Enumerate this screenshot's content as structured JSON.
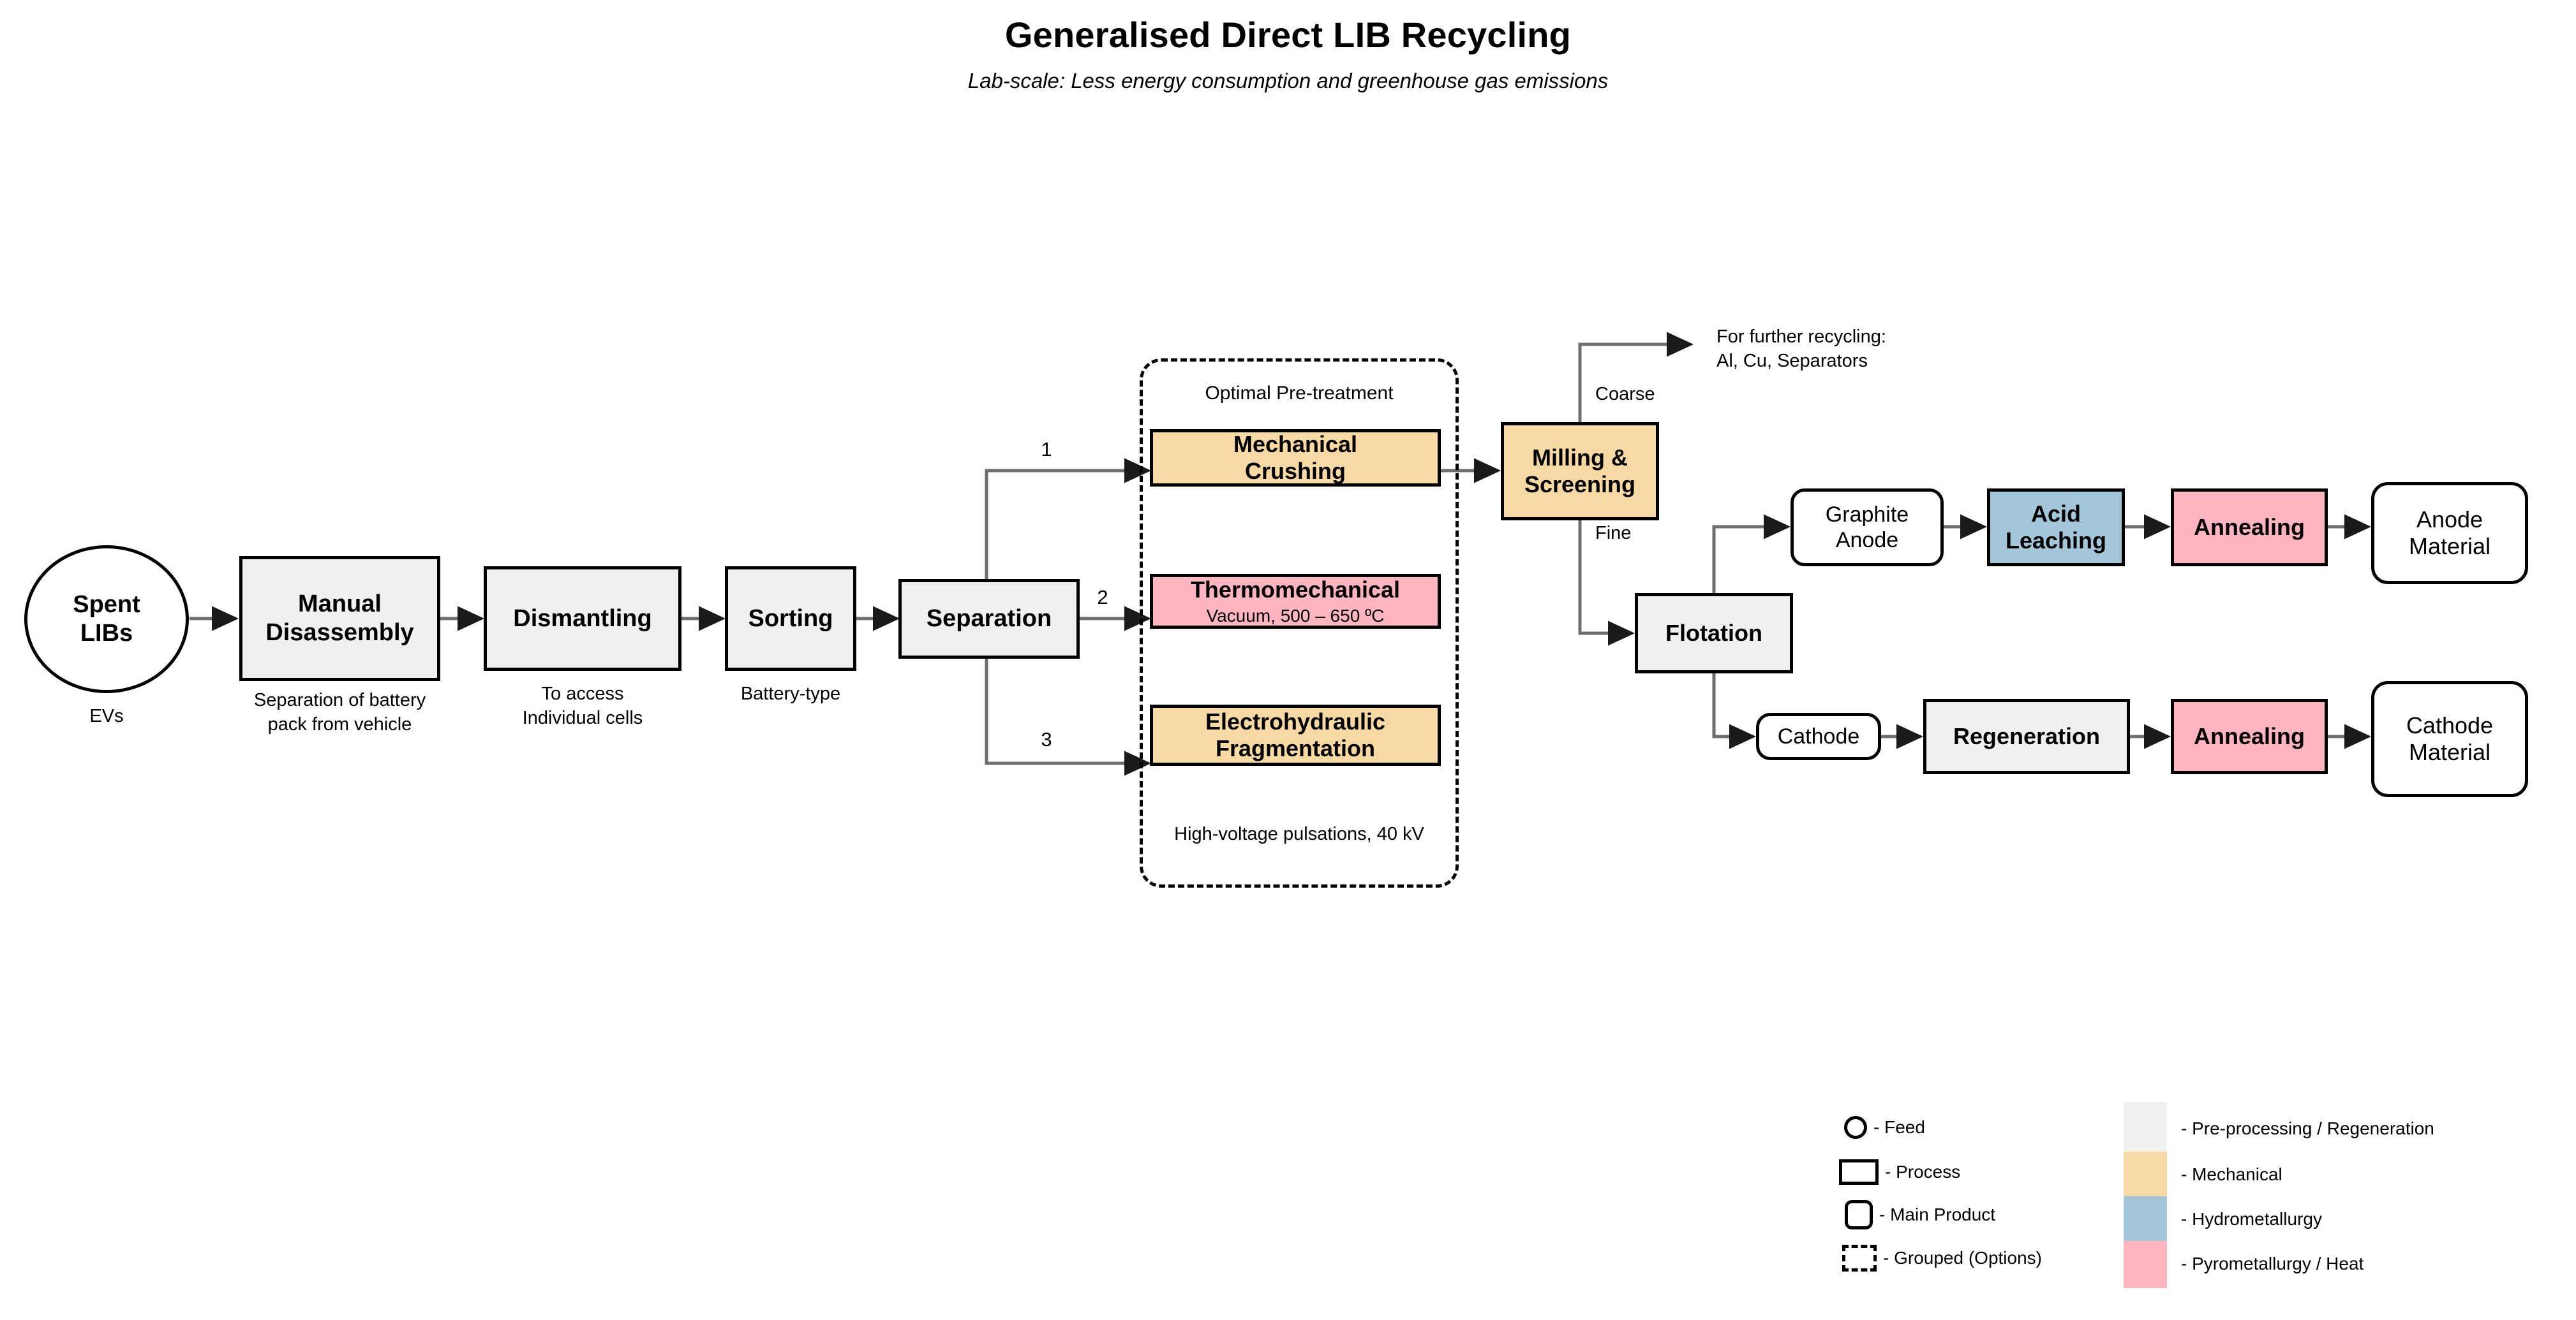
{
  "header": {
    "title": "Generalised Direct LIB Recycling",
    "subtitle": "Lab-scale: Less energy consumption and greenhouse gas emissions"
  },
  "nodes": {
    "feed": {
      "label": "Spent\nLIBs",
      "caption": "EVs"
    },
    "manual": {
      "label": "Manual\nDisassembly",
      "caption": "Separation of battery\npack from vehicle"
    },
    "dismantling": {
      "label": "Dismantling",
      "caption": "To access\nIndividual cells"
    },
    "sorting": {
      "label": "Sorting",
      "caption": "Battery-type"
    },
    "separation": {
      "label": "Separation",
      "caption": ""
    },
    "mech_crushing": {
      "label": "Mechanical\nCrushing",
      "sub": ""
    },
    "thermomech": {
      "label": "Thermomechanical",
      "sub": "Vacuum, 500 – 650 ºC"
    },
    "ehf": {
      "label": "Electrohydraulic\nFragmentation",
      "sub": ""
    },
    "ehf_caption": {
      "label": "High-voltage pulsations, 40 kV"
    },
    "milling": {
      "label": "Milling &\nScreening"
    },
    "flotation": {
      "label": "Flotation"
    },
    "graphite_anode": {
      "label": "Graphite\nAnode"
    },
    "cathode_pill": {
      "label": "Cathode"
    },
    "acid_leaching": {
      "label": "Acid\nLeaching"
    },
    "annealing_top": {
      "label": "Annealing"
    },
    "anode_material": {
      "label": "Anode\nMaterial"
    },
    "regeneration": {
      "label": "Regeneration"
    },
    "annealing_bottom": {
      "label": "Annealing"
    },
    "cathode_material": {
      "label": "Cathode\nMaterial"
    }
  },
  "group": {
    "title": "Optimal Pre-treatment"
  },
  "edge_labels": {
    "branch_1": "1",
    "branch_2": "2",
    "branch_3": "3",
    "coarse": "Coarse",
    "fine": "Fine",
    "further_recycling": "For further recycling:\nAl, Cu, Separators"
  },
  "legend": {
    "shapes": [
      {
        "icon": "circle-icon",
        "label": "- Feed"
      },
      {
        "icon": "rectangle-icon",
        "label": "- Process"
      },
      {
        "icon": "rounded-rect-icon",
        "label": "- Main Product"
      },
      {
        "icon": "dashed-rect-icon",
        "label": "- Grouped (Options)"
      }
    ],
    "colors": [
      {
        "swatch": "#F0F0F0",
        "label": "- Pre-processing / Regeneration"
      },
      {
        "swatch": "#F7D9A3",
        "label": "- Mechanical"
      },
      {
        "swatch": "#A3C6D8",
        "label": "- Hydrometallurgy"
      },
      {
        "swatch": "#FFB6C1",
        "label": "- Pyrometallurgy / Heat"
      }
    ]
  },
  "palette": {
    "preprocessing": "#F0F0F0",
    "mechanical": "#F7D9A3",
    "hydrometallurgy": "#A3C6D8",
    "pyrometallurgy": "#FFB6C1",
    "stroke": "#000000",
    "wire": "#6E6E6E"
  }
}
